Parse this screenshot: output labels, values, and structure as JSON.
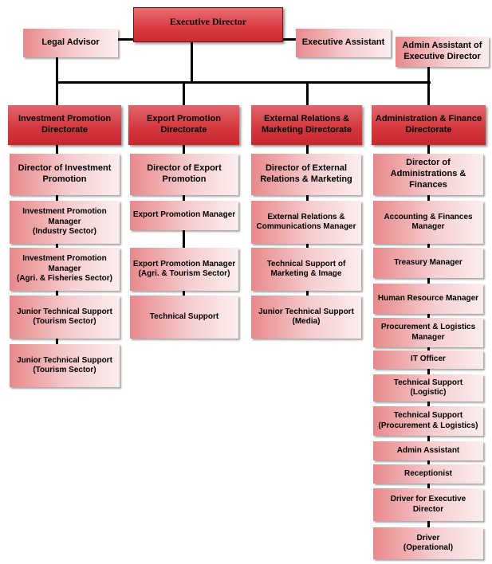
{
  "executive_director": "Executive Director",
  "legal_advisor": "Legal Advisor",
  "executive_assistant": "Executive Assistant",
  "admin_assistant_exec": "Admin Assistant of\nExecutive Director",
  "directorates": [
    {
      "name": "Investment Promotion\nDirectorate",
      "director": "Director of Investment\nPromotion",
      "positions": [
        "Investment Promotion\nManager\n(Industry Sector)",
        "Investment Promotion\nManager\n(Agri. & Fisheries Sector)",
        "Junior Technical Support\n(Tourism Sector)",
        "Junior Technical Support\n(Tourism Sector)"
      ]
    },
    {
      "name": "Export Promotion\nDirectorate",
      "director": "Director of Export\nPromotion",
      "positions": [
        "Export Promotion Manager",
        "Export Promotion Manager\n(Agri. & Tourism Sector)",
        "Technical Support"
      ]
    },
    {
      "name": "External Relations &\nMarketing Directorate",
      "director": "Director of External\nRelations & Marketing",
      "positions": [
        "External Relations &\nCommunications Manager",
        "Technical Support of\nMarketing & Image",
        "Junior Technical Support\n(Media)"
      ]
    },
    {
      "name": "Administration & Finance\nDirectorate",
      "director": "Director of\nAdministrations &\nFinances",
      "positions": [
        "Accounting & Finances\nManager",
        "Treasury Manager",
        "Human Resource Manager",
        "Procurement & Logistics\nManager",
        "IT Officer",
        "Technical Support\n(Logistic)",
        "Technical Support\n(Procurement & Logistics)",
        "Admin Assistant",
        "Receptionist",
        "Driver for Executive\nDirector",
        "Driver\n(Operational)"
      ]
    }
  ],
  "colors": {
    "head_red": "#d3363c",
    "light_pink": "#f6cdcf",
    "connector": "#000000"
  }
}
